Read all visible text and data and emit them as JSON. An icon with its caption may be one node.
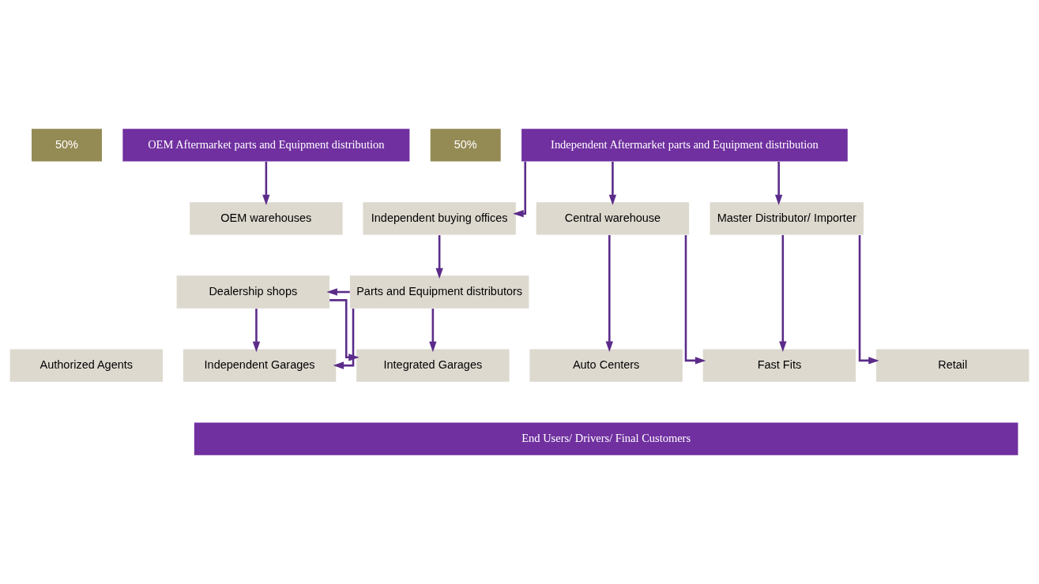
{
  "diagram": {
    "nodes": [
      {
        "text": [
          "50%"
        ]
      },
      {
        "text": [
          "OEM Aftermarket parts and Equipment distribution"
        ]
      },
      {
        "text": [
          "50%"
        ]
      },
      {
        "text": [
          "Independent Aftermarket parts and Equipment distribution"
        ]
      },
      {
        "text": [
          "OEM warehouses"
        ]
      },
      {
        "text": [
          "Independent buying offices"
        ]
      },
      {
        "text": [
          "Central warehouse"
        ]
      },
      {
        "text": [
          "Master Distributor/ Importer"
        ]
      },
      {
        "text": [
          "Dealership shops"
        ]
      },
      {
        "text": [
          "Parts and Equipment distributors"
        ]
      },
      {
        "text": [
          "Authorized Agents"
        ]
      },
      {
        "text": [
          "Independent Garages"
        ]
      },
      {
        "text": [
          "Integrated Garages"
        ]
      },
      {
        "text": [
          "Auto Centers"
        ]
      },
      {
        "text": [
          "Fast Fits"
        ]
      },
      {
        "text": [
          "Retail"
        ]
      },
      {
        "text": [
          "End Users/ Drivers/ Final Customers"
        ]
      }
    ],
    "edges": [
      {
        "from": 1,
        "to": 4,
        "arrow": "to"
      },
      {
        "from": 3,
        "to": 5,
        "arrow": "to"
      },
      {
        "from": 3,
        "to": 6,
        "arrow": "to"
      },
      {
        "from": 3,
        "to": 7,
        "arrow": "to"
      },
      {
        "from": 5,
        "to": 9,
        "arrow": "to"
      },
      {
        "from": 9,
        "to": 8,
        "arrow": "to"
      },
      {
        "from": 8,
        "to": 11,
        "arrow": "to"
      },
      {
        "from": 8,
        "to": 12,
        "arrow": "to"
      },
      {
        "from": 9,
        "to": 11,
        "arrow": "to"
      },
      {
        "from": 9,
        "to": 12,
        "arrow": "to"
      },
      {
        "from": 6,
        "to": 13,
        "arrow": "to"
      },
      {
        "from": 6,
        "to": 14,
        "arrow": "to"
      },
      {
        "from": 7,
        "to": 14,
        "arrow": "to"
      },
      {
        "from": 7,
        "to": 15,
        "arrow": "to"
      }
    ]
  }
}
